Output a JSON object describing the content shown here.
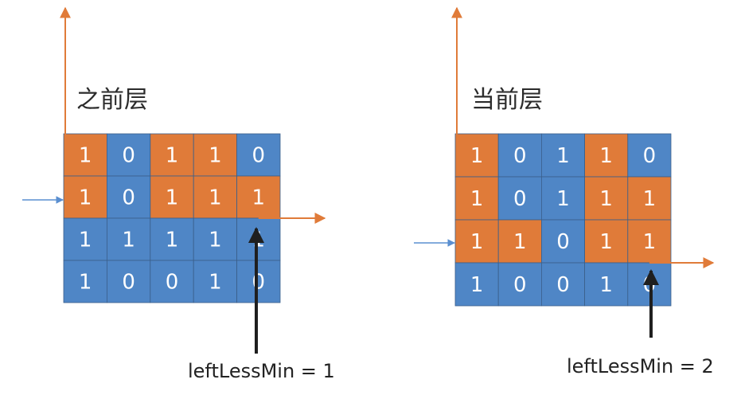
{
  "colors": {
    "orange": "#E07B39",
    "blue": "#4F86C6",
    "arrow_orange": "#E07B39",
    "arrow_blue": "#5A8FD0",
    "pointer": "#1f1f1f",
    "cell_text": "#FFFFFF"
  },
  "panels": [
    {
      "title": "之前层",
      "caption": "leftLessMin = 1",
      "values": [
        [
          "1",
          "0",
          "1",
          "1",
          "0"
        ],
        [
          "1",
          "0",
          "1",
          "1",
          "1"
        ],
        [
          "1",
          "1",
          "1",
          "1",
          "1"
        ],
        [
          "1",
          "0",
          "0",
          "1",
          "0"
        ]
      ],
      "colors": [
        [
          "orange",
          "blue",
          "orange",
          "orange",
          "blue"
        ],
        [
          "orange",
          "blue",
          "orange",
          "orange",
          "orange"
        ],
        [
          "blue",
          "blue",
          "blue",
          "blue",
          "blue"
        ],
        [
          "blue",
          "blue",
          "blue",
          "blue",
          "blue"
        ]
      ]
    },
    {
      "title": "当前层",
      "caption": "leftLessMin = 2",
      "values": [
        [
          "1",
          "0",
          "1",
          "1",
          "0"
        ],
        [
          "1",
          "0",
          "1",
          "1",
          "1"
        ],
        [
          "1",
          "1",
          "0",
          "1",
          "1"
        ],
        [
          "1",
          "0",
          "0",
          "1",
          "0"
        ]
      ],
      "colors": [
        [
          "orange",
          "blue",
          "blue",
          "orange",
          "blue"
        ],
        [
          "orange",
          "blue",
          "blue",
          "orange",
          "orange"
        ],
        [
          "orange",
          "orange",
          "blue",
          "orange",
          "orange"
        ],
        [
          "blue",
          "blue",
          "blue",
          "blue",
          "blue"
        ]
      ]
    }
  ]
}
